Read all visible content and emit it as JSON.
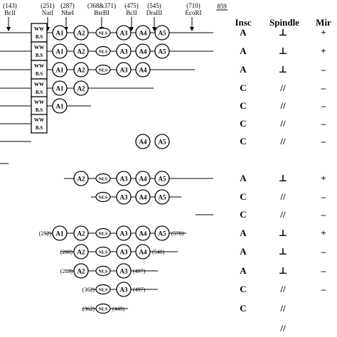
{
  "restriction_sites": [
    {
      "pos": "(143)",
      "name": "BclI"
    },
    {
      "pos": "(251)",
      "name": "NarI"
    },
    {
      "pos": "(287)",
      "name": "NheI"
    },
    {
      "pos": "(368&371)",
      "name": "BsrBI"
    },
    {
      "pos": "(475)",
      "name": "BclI"
    },
    {
      "pos": "(545)",
      "name": "DraIII"
    },
    {
      "pos": "(710)",
      "name": "EcoRI"
    },
    {
      "pos": "859",
      "name": ""
    }
  ],
  "columns": {
    "insc": "Insc",
    "spindle": "Spindle",
    "mir": "Mir"
  },
  "labels": {
    "ww": "WW",
    "bs": "B.S",
    "nls": "NLS"
  },
  "constructs": [
    {
      "ww": true,
      "domains": [
        "A1",
        "A2",
        "NLS",
        "A3",
        "A4",
        "A5"
      ],
      "left_num": "",
      "right_num": "",
      "insc": "A",
      "spindle": "⊥",
      "mir": "+"
    },
    {
      "ww": true,
      "domains": [
        "A1",
        "A2",
        "NLS",
        "A3",
        "A4",
        "A5"
      ],
      "left_num": "",
      "right_num": "",
      "insc": "A",
      "spindle": "⊥",
      "mir": "+"
    },
    {
      "ww": true,
      "domains": [
        "A1",
        "A2",
        "NLS",
        "A3",
        "A4"
      ],
      "left_num": "",
      "right_num": "",
      "insc": "A",
      "spindle": "⊥",
      "mir": "–"
    },
    {
      "ww": true,
      "domains": [
        "A1",
        "A2"
      ],
      "left_num": "",
      "right_num": "",
      "insc": "C",
      "spindle": "//",
      "mir": "–"
    },
    {
      "ww": true,
      "domains": [
        "A1"
      ],
      "left_num": "",
      "right_num": "",
      "insc": "C",
      "spindle": "//",
      "mir": "–"
    },
    {
      "ww": true,
      "domains": [],
      "left_num": "",
      "right_num": "",
      "insc": "C",
      "spindle": "//",
      "mir": "–"
    },
    {
      "ww": false,
      "domains": [
        "A4",
        "A5"
      ],
      "left_num": "",
      "right_num": "",
      "insc": "C",
      "spindle": "//",
      "mir": "–"
    },
    {
      "ww": false,
      "domains": [
        "A2",
        "NLS",
        "A3",
        "A4",
        "A5"
      ],
      "left_num": "",
      "right_num": "",
      "insc": "A",
      "spindle": "⊥",
      "mir": "+"
    },
    {
      "ww": false,
      "domains": [
        "NLS",
        "A3",
        "A4",
        "A5"
      ],
      "left_num": "",
      "right_num": "",
      "insc": "C",
      "spindle": "//",
      "mir": "–"
    },
    {
      "ww": false,
      "domains": [],
      "left_num": "",
      "right_num": "",
      "insc": "C",
      "spindle": "//",
      "mir": "–"
    },
    {
      "ww": false,
      "domains": [
        "A1",
        "A2",
        "NLS",
        "A3",
        "A4",
        "A5"
      ],
      "left_num": "(252)",
      "right_num": "(578)",
      "insc": "A",
      "spindle": "⊥",
      "mir": "+"
    },
    {
      "ww": false,
      "domains": [
        "A2",
        "NLS",
        "A3",
        "A4"
      ],
      "left_num": "(288)",
      "right_num": "(540)",
      "insc": "A",
      "spindle": "⊥",
      "mir": "–"
    },
    {
      "ww": false,
      "domains": [
        "A2",
        "NLS",
        "A3"
      ],
      "left_num": "(288)",
      "right_num": "(497)",
      "insc": "A",
      "spindle": "⊥",
      "mir": "–"
    },
    {
      "ww": false,
      "domains": [
        "NLS",
        "A3"
      ],
      "left_num": "(362)",
      "right_num": "(497)",
      "insc": "C",
      "spindle": "//",
      "mir": "–"
    },
    {
      "ww": false,
      "domains": [
        "NLS"
      ],
      "left_num": "(362)",
      "right_num": "(449)",
      "insc": "C",
      "spindle": "//",
      "mir": ""
    },
    {
      "ww": false,
      "domains": [],
      "left_num": "",
      "right_num": "",
      "insc": "",
      "spindle": "//",
      "mir": ""
    }
  ]
}
